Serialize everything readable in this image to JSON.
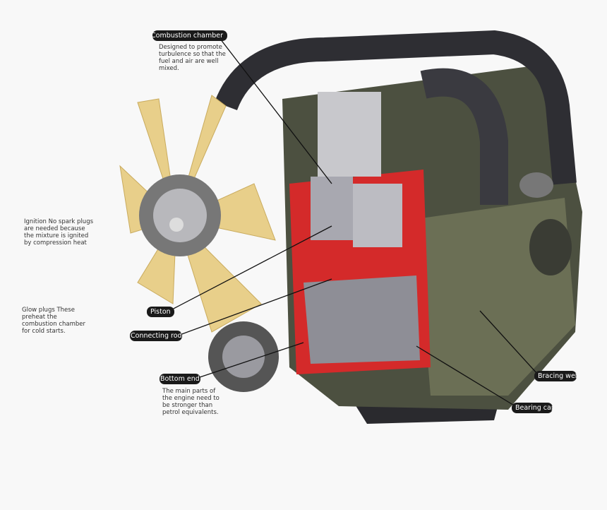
{
  "labels": {
    "combustion_chamber": "Combustion chamber",
    "piston": "Piston",
    "connecting_rod": "Connecting rod",
    "bottom_end": "Bottom end",
    "bracing_web": "Bracing web",
    "bearing_cap": "Bearing cap"
  },
  "notes": {
    "combustion_chamber": "Designed to promote turbulence so that the fuel and air are well mixed.",
    "ignition": "Ignition No spark plugs are needed because the mixture is ignited by compression heat",
    "glow_plugs": "Glow plugs These preheat the combustion chamber for cold starts.",
    "bottom_end": "The main parts of the engine need to be stronger than petrol equivalents."
  },
  "colors": {
    "fan": "#e8cf8a",
    "block": "#5a5f4a",
    "cutaway": "#d42a2a",
    "metal": "#9a9aa0",
    "pipe": "#2e2e33"
  }
}
